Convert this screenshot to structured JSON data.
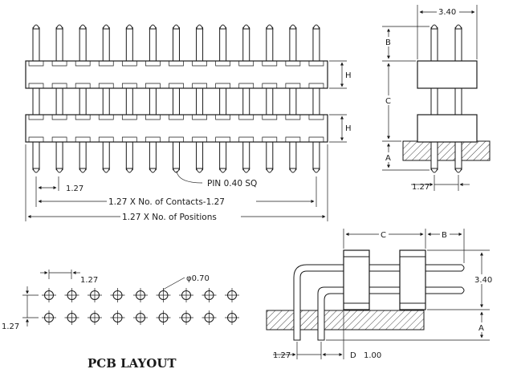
{
  "dimensions": {
    "pitch_left": "1.27",
    "contacts_span": "1.27 X No. of Contacts-1.27",
    "positions_span": "1.27 X No. of Positions",
    "pin_note": "PIN 0.40 SQ",
    "height_upper": "H",
    "height_lower": "H",
    "side_width": "3.40",
    "side_b": "B",
    "side_c": "C",
    "side_a": "A",
    "side_pitch": "1.27",
    "pcb_pitch_x": "1.27",
    "pcb_pitch_y": "1.27",
    "pcb_hole": "φ0.70",
    "ra_c": "C",
    "ra_b": "B",
    "ra_width": "3.40",
    "ra_a": "A",
    "ra_pitch": "1.27",
    "ra_d_label": "D",
    "ra_d_value": "1.00"
  },
  "pcb_title": "PCB LAYOUT"
}
